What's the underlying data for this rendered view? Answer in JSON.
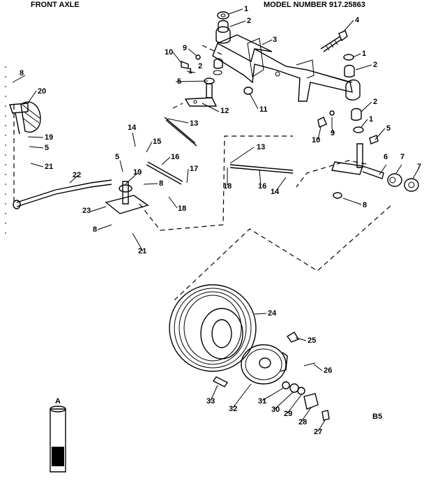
{
  "title": "FRONT AXLE",
  "model_number": "MODEL NUMBER 917.25863",
  "page_code": "B5",
  "tube_letter": "A",
  "callouts": [
    "1",
    "2",
    "3",
    "4",
    "1",
    "2",
    "10",
    "9",
    "2",
    "1",
    "5",
    "11",
    "12",
    "2",
    "1",
    "8",
    "20",
    "19",
    "5",
    "21",
    "13",
    "14",
    "15",
    "5",
    "16",
    "19",
    "17",
    "22",
    "8",
    "18",
    "23",
    "8",
    "21",
    "10",
    "9",
    "5",
    "13",
    "18",
    "16",
    "14",
    "7",
    "6",
    "7",
    "8",
    "24",
    "25",
    "26",
    "33",
    "32",
    "31",
    "30",
    "29",
    "28",
    "27"
  ]
}
